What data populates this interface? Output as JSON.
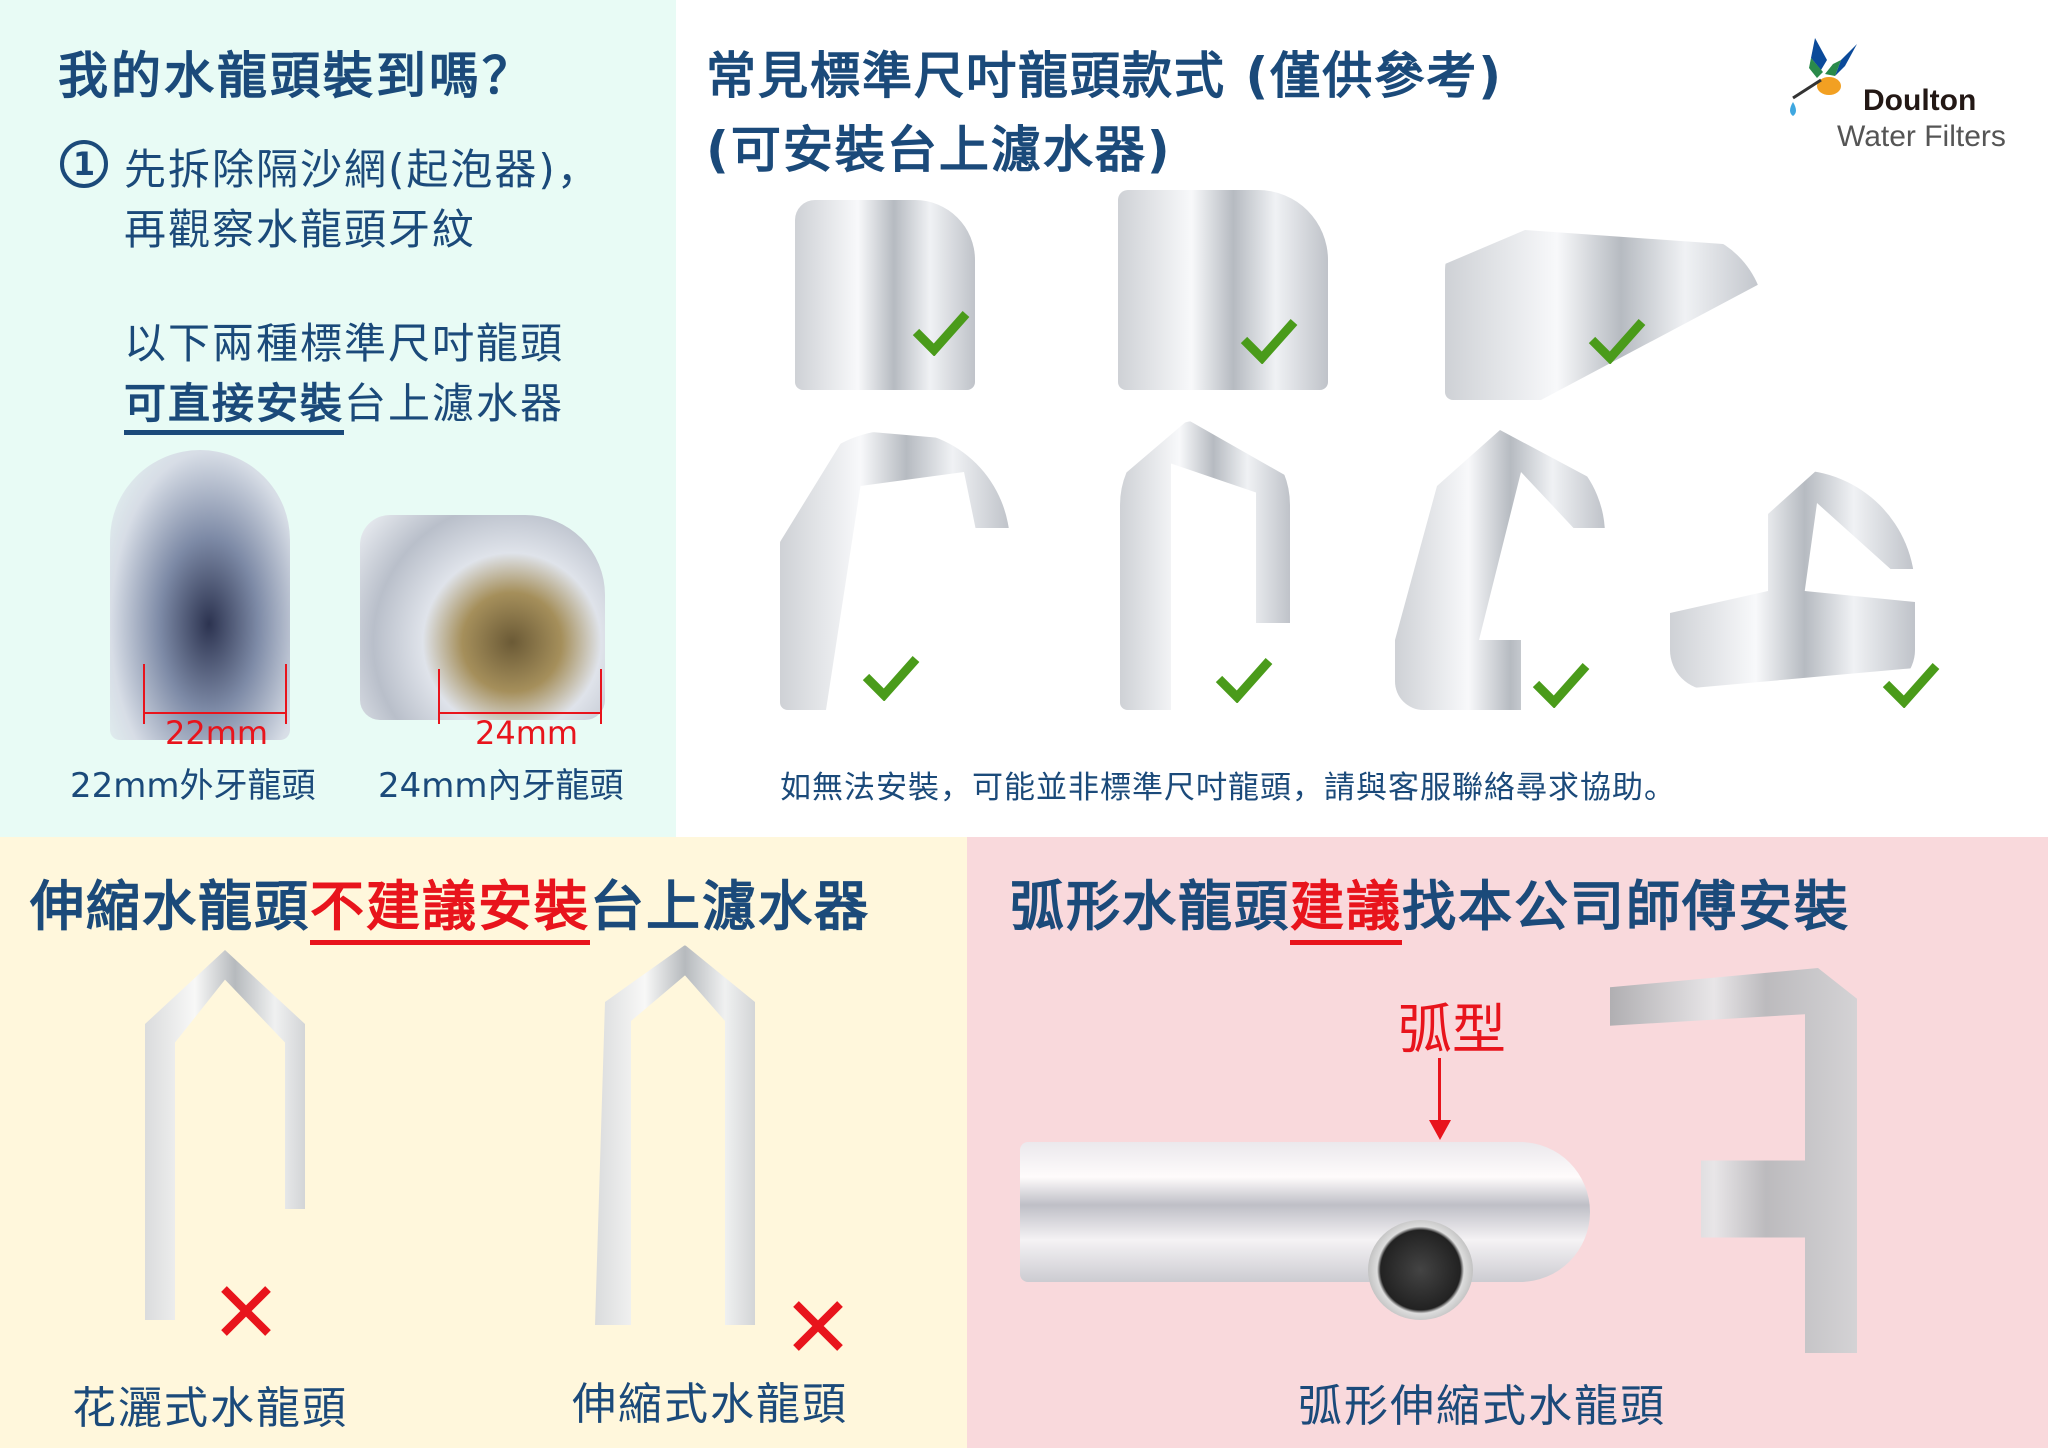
{
  "top_left": {
    "title": "我的水龍頭裝到嗎？",
    "step_number": "1",
    "step_line1": "先拆除隔沙網(起泡器)，",
    "step_line2": "再觀察水龍頭牙紋",
    "standard_line1": "以下兩種標準尺吋龍頭",
    "standard_line2_emphasis": "可直接安裝",
    "standard_line2_rest": "台上濾水器",
    "photos": [
      {
        "dimension_label": "22mm",
        "caption": "22mm外牙龍頭"
      },
      {
        "dimension_label": "24mm",
        "caption": "24mm內牙龍頭"
      }
    ]
  },
  "top_right": {
    "title_line1": "常見標準尺吋龍頭款式 (僅供參考)",
    "title_line2": "(可安裝台上濾水器)",
    "logo": {
      "name": "Doulton",
      "registered": "®",
      "subtitle": "Water Filters"
    },
    "faucets": [
      {
        "type": "basin-mixer",
        "status": "compatible",
        "icon": "checkmark-icon"
      },
      {
        "type": "basin-mixer-2",
        "status": "compatible",
        "icon": "checkmark-icon"
      },
      {
        "type": "kitchen-lever-spout",
        "status": "compatible",
        "icon": "checkmark-icon"
      },
      {
        "type": "swan-neck-single-lever",
        "status": "compatible",
        "icon": "checkmark-icon"
      },
      {
        "type": "gooseneck-deck",
        "status": "compatible",
        "icon": "checkmark-icon"
      },
      {
        "type": "wall-mounted-single",
        "status": "compatible",
        "icon": "checkmark-icon"
      },
      {
        "type": "wall-mounted-double",
        "status": "compatible",
        "icon": "checkmark-icon"
      }
    ],
    "note": "如無法安裝，可能並非標準尺吋龍頭，請與客服聯絡尋求協助。"
  },
  "bottom_left": {
    "title_prefix": "伸縮水龍頭",
    "title_emphasis": "不建議安裝",
    "title_suffix": "台上濾水器",
    "items": [
      {
        "caption": "花灑式水龍頭",
        "icon": "cross-icon"
      },
      {
        "caption": "伸縮式水龍頭",
        "icon": "cross-icon"
      }
    ]
  },
  "bottom_right": {
    "title_prefix": "弧形水龍頭",
    "title_emphasis": "建議",
    "title_suffix": "找本公司師傅安裝",
    "arc_label": "弧型",
    "caption": "弧形伸縮式水龍頭"
  },
  "colors": {
    "navy": "#1B4A7A",
    "red": "#E8141C",
    "green": "#4A9B1A",
    "panel_cyan": "#E8FBF5",
    "panel_yellow": "#FFF7DC",
    "panel_pink": "#F9D9DC"
  }
}
